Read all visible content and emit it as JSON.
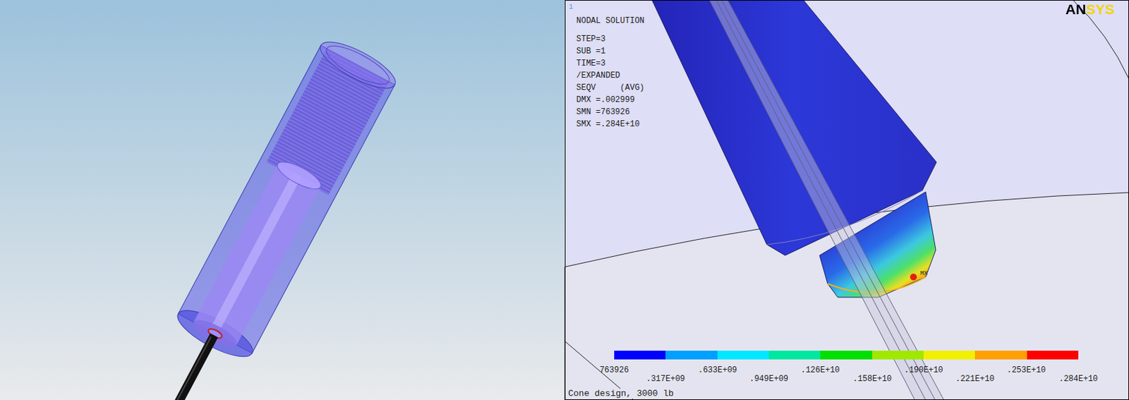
{
  "diagram": {
    "labels": [
      "1",
      "NODAL SOLUTION",
      "STEP=3",
      "SUB =1",
      "TIME=3",
      "/EXPANDED",
      "SEQV     (AVG)",
      "DMX =.002999",
      "SMN =763926",
      "SMX =.284E+10",
      "ANSYS",
      "MX",
      "763926",
      ".317E+09",
      ".633E+09",
      ".949E+09",
      ".126E+10",
      ".158E+10",
      ".190E+10",
      ".221E+10",
      ".253E+10",
      ".284E+10",
      "Cone design, 3000 lb"
    ]
  }
}
